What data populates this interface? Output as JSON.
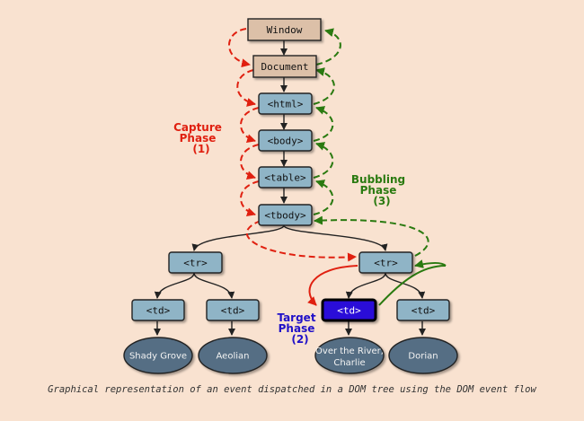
{
  "nodes": {
    "window": "Window",
    "document": "Document",
    "html": "<html>",
    "body": "<body>",
    "table": "<table>",
    "tbody": "<tbody>",
    "tr_left": "<tr>",
    "tr_right": "<tr>",
    "td_1": "<td>",
    "td_2": "<td>",
    "td_target": "<td>",
    "td_4": "<td>"
  },
  "leaves": {
    "leaf_1": "Shady Grove",
    "leaf_2": "Aeolian",
    "leaf_3_line1": "Over the River,",
    "leaf_3_line2": "Charlie",
    "leaf_4": "Dorian"
  },
  "phases": {
    "capture": {
      "line1": "Capture",
      "line2": "Phase",
      "line3": "(1)",
      "color": "#e02010"
    },
    "target": {
      "line1": "Target",
      "line2": "Phase",
      "line3": "(2)",
      "color": "#2010c8"
    },
    "bubbling": {
      "line1": "Bubbling",
      "line2": "Phase",
      "line3": "(3)",
      "color": "#2a7a10"
    }
  },
  "caption": "Graphical representation of an event dispatched in a DOM tree using the DOM event flow",
  "colors": {
    "background": "#f9e2d0",
    "top_node_fill": "#dcc0a8",
    "node_fill": "#8fb4c6",
    "target_fill": "#2a10d8",
    "leaf_fill": "#556e84",
    "capture_arrow": "#e02010",
    "bubble_arrow": "#2a7a10"
  }
}
